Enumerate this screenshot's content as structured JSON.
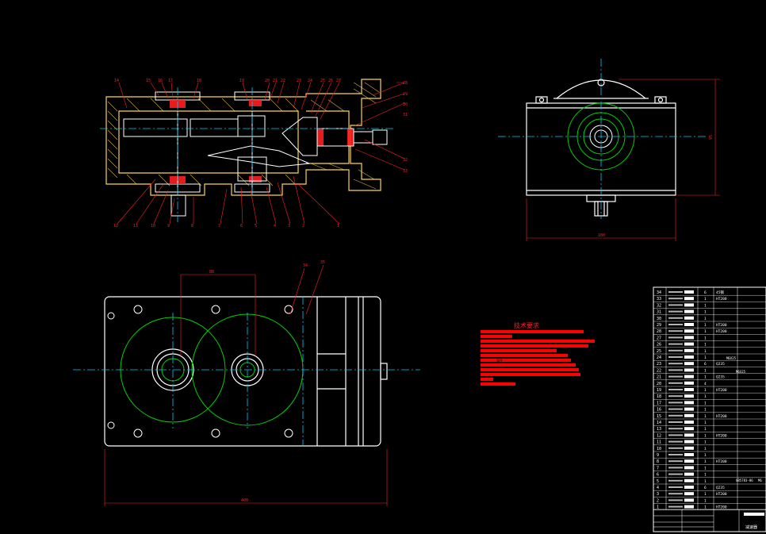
{
  "colors": {
    "background": "#000000",
    "outline": "#ffffff",
    "section_hatch": "#ffd24a",
    "centerline": "#00c8ff",
    "pitch_circle": "#00d000",
    "leader": "#ff2020",
    "dimension": "#ff2020",
    "notes_bar": "#ff0000"
  },
  "section_view": {
    "top_labels": [
      "14",
      "15",
      "16",
      "17",
      "18",
      "19",
      "20",
      "21",
      "22",
      "23",
      "24",
      "25",
      "26",
      "27"
    ],
    "right_labels": [
      "28",
      "29",
      "30",
      "31",
      "32",
      "33"
    ],
    "bottom_labels": [
      "12",
      "11",
      "10",
      "9",
      "8",
      "7",
      "6",
      "5",
      "4",
      "3",
      "2",
      "1"
    ]
  },
  "side_view": {
    "dim_height": "95",
    "dim_width": "180"
  },
  "plan_view": {
    "dim_center": "88",
    "dim_length": "400",
    "label_left": "34",
    "label_right": "35"
  },
  "tech_notes": {
    "title": "技术要求",
    "inline_text": "零件"
  },
  "bom": {
    "rows": [
      {
        "no": "34",
        "qty": "6",
        "mat": "45钢"
      },
      {
        "no": "33",
        "qty": "1",
        "mat": "HT200"
      },
      {
        "no": "32",
        "qty": "1",
        "mat": ""
      },
      {
        "no": "31",
        "qty": "1",
        "mat": ""
      },
      {
        "no": "30",
        "qty": "1",
        "mat": ""
      },
      {
        "no": "29",
        "qty": "1",
        "mat": "HT200"
      },
      {
        "no": "28",
        "qty": "1",
        "mat": "HT200"
      },
      {
        "no": "27",
        "qty": "1",
        "mat": ""
      },
      {
        "no": "26",
        "qty": "1",
        "mat": ""
      },
      {
        "no": "25",
        "qty": "1",
        "mat": ""
      },
      {
        "no": "24",
        "qty": "1",
        "mat": ""
      },
      {
        "no": "23",
        "qty": "6",
        "mat": "Q235"
      },
      {
        "no": "22",
        "qty": "1",
        "mat": ""
      },
      {
        "no": "21",
        "qty": "1",
        "mat": "Q235"
      },
      {
        "no": "20",
        "qty": "4",
        "mat": ""
      },
      {
        "no": "19",
        "qty": "1",
        "mat": "HT200"
      },
      {
        "no": "18",
        "qty": "1",
        "mat": ""
      },
      {
        "no": "17",
        "qty": "1",
        "mat": ""
      },
      {
        "no": "16",
        "qty": "1",
        "mat": ""
      },
      {
        "no": "15",
        "qty": "1",
        "mat": "HT200"
      },
      {
        "no": "14",
        "qty": "1",
        "mat": ""
      },
      {
        "no": "13",
        "qty": "1",
        "mat": ""
      },
      {
        "no": "12",
        "qty": "1",
        "mat": "HT200"
      },
      {
        "no": "11",
        "qty": "1",
        "mat": ""
      },
      {
        "no": "10",
        "qty": "1",
        "mat": ""
      },
      {
        "no": "9",
        "qty": "1",
        "mat": ""
      },
      {
        "no": "8",
        "qty": "1",
        "mat": "HT200"
      },
      {
        "no": "7",
        "qty": "1",
        "mat": ""
      },
      {
        "no": "6",
        "qty": "1",
        "mat": ""
      },
      {
        "no": "5",
        "qty": "1",
        "mat": ""
      },
      {
        "no": "4",
        "qty": "6",
        "mat": "Q235"
      },
      {
        "no": "3",
        "qty": "1",
        "mat": "HT200"
      },
      {
        "no": "2",
        "qty": "1",
        "mat": ""
      },
      {
        "no": "1",
        "qty": "1",
        "mat": "HT200"
      }
    ],
    "bolt_spec": "M6X25",
    "nut_spec": "M6X25",
    "std_code": "GB5783-86",
    "extra_mark": "M6",
    "title_block_name": "减速器"
  }
}
